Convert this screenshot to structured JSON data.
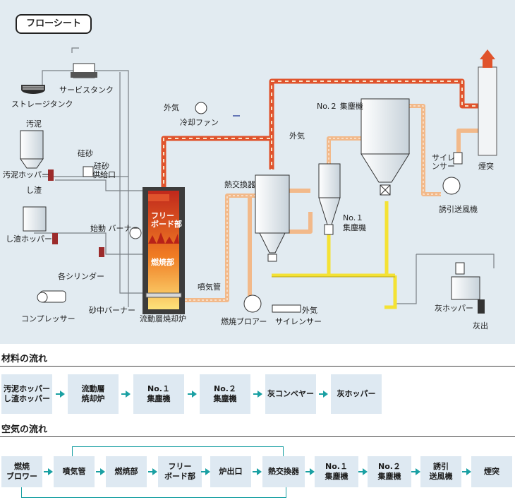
{
  "flowsheet": {
    "title": "フローシート",
    "labels": {
      "service_tank": "サービスタンク",
      "storage_tank": "ストレージタンク",
      "sludge": "汚泥",
      "sludge_hopper": "汚泥ホッパー",
      "silica_sand": "硅砂",
      "silica_supply_1": "硅砂",
      "silica_supply_2": "供給口",
      "slag": "し渣",
      "slag_hopper": "し渣ホッパー",
      "start_burner": "始動 バーナー",
      "freeboard_1": "フリー",
      "freeboard_2": "ボード部",
      "combustion": "燃焼部",
      "cylinders": "各シリンダー",
      "compressor": "コンプレッサー",
      "sand_burner": "砂中バーナー",
      "nozzle": "噴気管",
      "incinerator": "流動層焼却炉",
      "outside_air_1": "外気",
      "cooling_fan": "冷却ファン",
      "heat_exchanger": "熱交換器",
      "outside_air_2": "外気",
      "no1_1": "No.１",
      "no1_2": "集塵機",
      "no2": "No.２ 集塵機",
      "silencer_1": "サイレ",
      "silencer_2": "ンサー",
      "induced_fan": "誘引送風機",
      "chimney": "煙突",
      "ash_hopper": "灰ホッパー",
      "ash_out": "灰出",
      "combustion_blower": "燃焼ブロアー",
      "silencer_bottom": "サイレンサー",
      "outside_air_3": "外気"
    }
  },
  "material_flow": {
    "title": "材料の流れ",
    "steps": [
      "汚泥ホッパー\nし渣ホッパー",
      "流動層\n焼却炉",
      "No.１\n集塵機",
      "No.２\n集塵機",
      "灰コンベヤー",
      "灰ホッパー"
    ]
  },
  "air_flow": {
    "title": "空気の流れ",
    "steps": [
      "燃焼\nブロワー",
      "噴気管",
      "燃焼部",
      "フリー\nボード部",
      "炉出口",
      "熱交換器",
      "No.１\n集塵機",
      "No.２\n集塵機",
      "誘引\n送風機",
      "煙突"
    ]
  },
  "colors": {
    "flue_gas": "#e0532c",
    "hot_air": "#f2b98a",
    "ash_line": "#f4e234",
    "flow_arrow": "#1aa0a3",
    "box_fill": "#dee9f2",
    "panel_bg": "#e2ebf1"
  }
}
